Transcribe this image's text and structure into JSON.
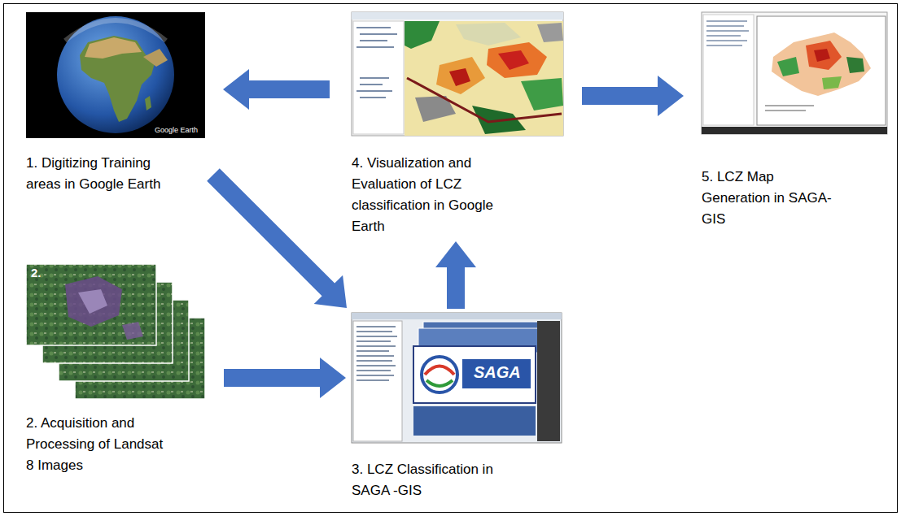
{
  "diagram": {
    "nodes": [
      {
        "text": [
          "1. Digitizing Training areas in Google Earth"
        ]
      },
      {
        "text": [
          "2. Acquisition and Processing of Landsat 8 Images"
        ]
      },
      {
        "text": [
          "3. LCZ Classification in SAGA -GIS"
        ]
      },
      {
        "text": [
          "4. Visualization and Evaluation of LCZ classification in Google Earth"
        ]
      },
      {
        "text": [
          "5. LCZ Map Generation in SAGA-GIS"
        ]
      }
    ],
    "edges": [
      {
        "from": 3,
        "to": 0,
        "arrow": "to"
      },
      {
        "from": 3,
        "to": 4,
        "arrow": "to"
      },
      {
        "from": 0,
        "to": 2,
        "arrow": "to"
      },
      {
        "from": 1,
        "to": 2,
        "arrow": "to"
      },
      {
        "from": 2,
        "to": 3,
        "arrow": "to"
      }
    ],
    "labels": [
      "Google Earth",
      "2.",
      "SAGA"
    ]
  }
}
